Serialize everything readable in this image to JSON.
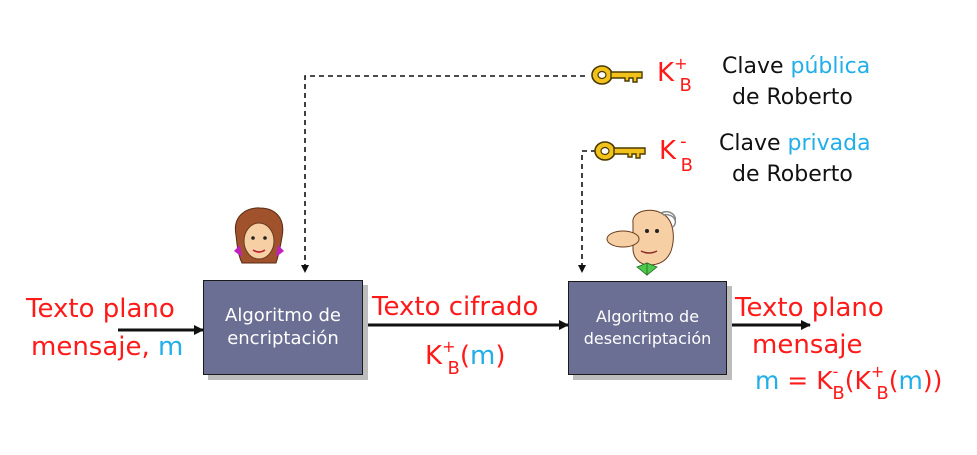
{
  "public_key": {
    "symbol": "K",
    "sup": "+",
    "sub": "B",
    "label_line1_prefix": "Clave ",
    "label_line1_highlight": "pública",
    "label_line2": "de Roberto"
  },
  "private_key": {
    "symbol": "K",
    "sup": "-",
    "sub": "B",
    "label_line1_prefix": "Clave ",
    "label_line1_highlight": "privada",
    "label_line2": "de Roberto"
  },
  "input": {
    "line1": "Texto plano",
    "line2_prefix": "mensaje, ",
    "line2_var": "m"
  },
  "encrypt_box": {
    "line1": "Algoritmo de",
    "line2": "encriptación"
  },
  "middle": {
    "label": "Texto cifrado",
    "expr_k": "K",
    "expr_sup": "+",
    "expr_sub": "B",
    "expr_open": "(",
    "expr_var": "m",
    "expr_close": ")"
  },
  "decrypt_box": {
    "line1": "Algoritmo de",
    "line2": "desencriptación"
  },
  "output": {
    "line1": "Texto plano",
    "line2": "mensaje",
    "formula_m": "m",
    "formula_eq": " = ",
    "k1": "K",
    "k1_sup": "-",
    "k1_sub": "B",
    "paren_open": "(",
    "k2": "K",
    "k2_sup": "+",
    "k2_sub": "B",
    "paren2_open": "(",
    "inner_m": "m",
    "close": "))"
  },
  "colors": {
    "red": "#ff1a1a",
    "cyan": "#22aee8",
    "box_fill": "#6b6f94",
    "key_gold": "#f2c21b"
  },
  "icons": [
    "key-icon",
    "alice-face-icon",
    "bob-face-icon"
  ]
}
